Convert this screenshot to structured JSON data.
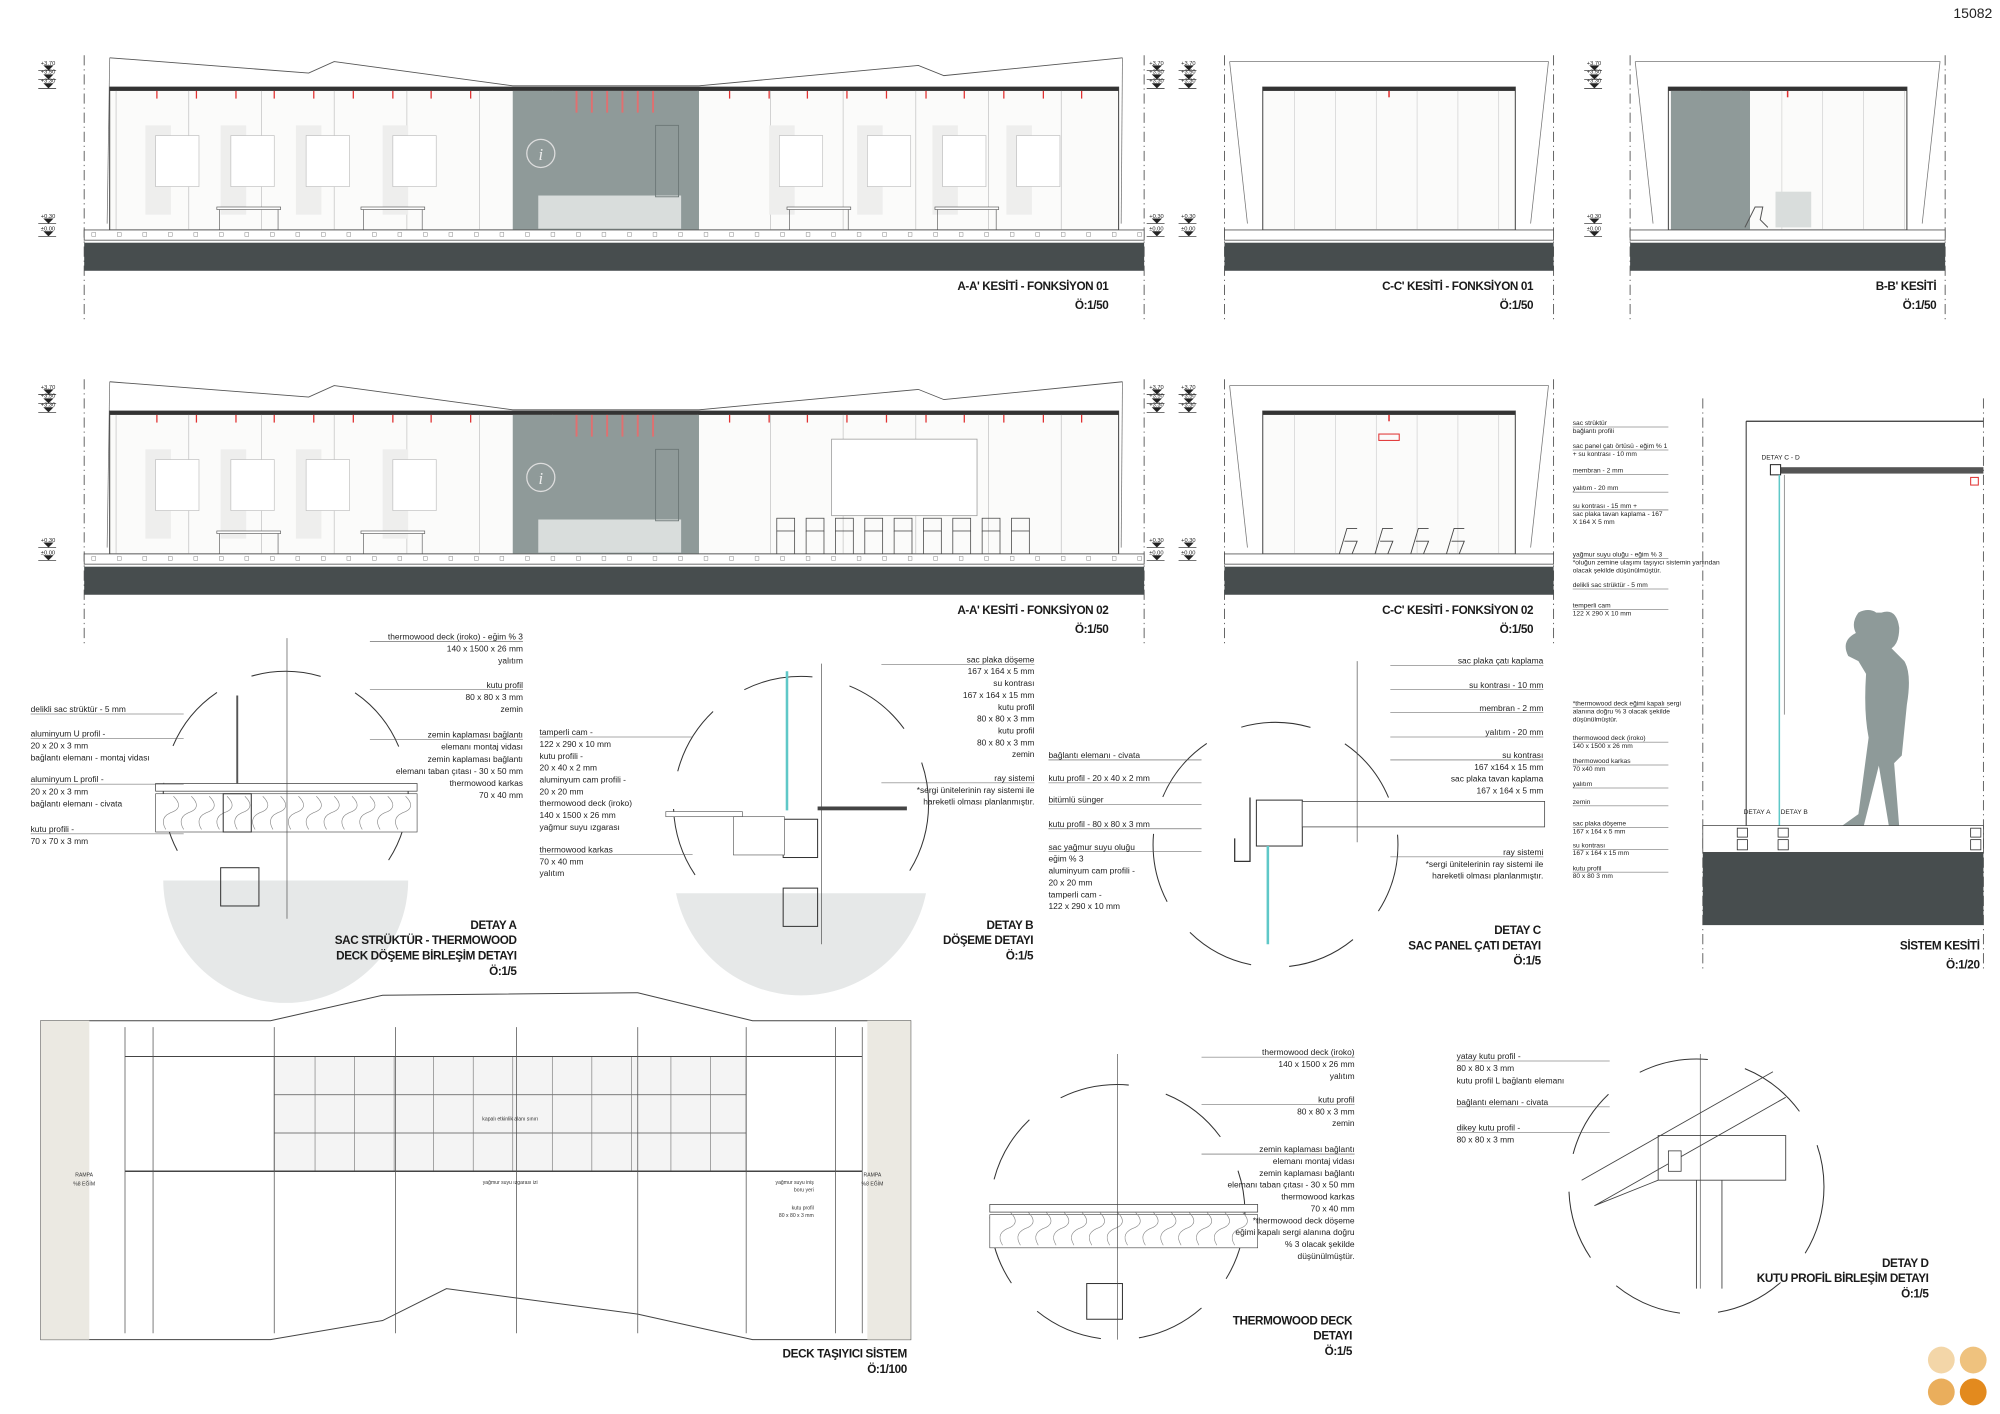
{
  "sheet": {
    "page_number": "15082"
  },
  "levels": {
    "top": [
      "+3.70",
      "+3.50",
      "+3.30"
    ],
    "bottom": [
      "+0.30",
      "±0.00"
    ]
  },
  "sections": {
    "aa1": {
      "title": "A-A' KESİTİ - FONKSİYON 01",
      "scale": "Ö:1/50"
    },
    "cc1": {
      "title": "C-C' KESİTİ - FONKSİYON 01",
      "scale": "Ö:1/50"
    },
    "bb": {
      "title": "B-B' KESİTİ",
      "scale": "Ö:1/50"
    },
    "aa2": {
      "title": "A-A' KESİTİ - FONKSİYON 02",
      "scale": "Ö:1/50"
    },
    "cc2": {
      "title": "C-C' KESİTİ - FONKSİYON 02",
      "scale": "Ö:1/50"
    },
    "sistem": {
      "title": "SİSTEM KESİTİ",
      "scale": "Ö:1/20"
    }
  },
  "details": {
    "a": {
      "title": [
        "DETAY A",
        "SAC STRÜKTÜR - THERMOWOOD",
        "DECK DÖŞEME BİRLEŞİM DETAYI"
      ],
      "scale": "Ö:1/5"
    },
    "b": {
      "title": [
        "DETAY B",
        "DÖŞEME DETAYI"
      ],
      "scale": "Ö:1/5"
    },
    "c": {
      "title": [
        "DETAY C",
        "SAC PANEL ÇATI DETAYI"
      ],
      "scale": "Ö:1/5"
    },
    "deck": {
      "title": [
        "DECK TAŞIYICI SİSTEM"
      ],
      "scale": "Ö:1/100"
    },
    "thermo": {
      "title": [
        "THERMOWOOD DECK",
        "DETAYI"
      ],
      "scale": "Ö:1/5"
    },
    "d": {
      "title": [
        "DETAY D",
        "KUTU PROFİL BİRLEŞİM DETAYI"
      ],
      "scale": "Ö:1/5"
    }
  },
  "annotations": {
    "a_left": [
      [
        "delikli sac strüktür - 5 mm"
      ],
      [
        "aluminyum U profil -",
        "20 x 20 x 3 mm",
        "bağlantı elemanı - montaj vidası"
      ],
      [
        "aluminyum L profil -",
        "20 x 20 x 3 mm",
        "bağlantı elemanı - civata"
      ],
      [
        "kutu profili -",
        "70 x 70 x 3 mm"
      ]
    ],
    "a_right": [
      [
        "thermowood deck (iroko) - eğim % 3",
        "140 x 1500 x 26 mm",
        "yalıtım"
      ],
      [
        "kutu profil",
        "80 x 80 x 3 mm",
        "zemin"
      ],
      [
        "zemin kaplaması bağlantı",
        "elemanı montaj vidası",
        "zemin kaplaması bağlantı",
        "elemanı taban çıtası - 30 x 50 mm",
        "thermowood karkas",
        "70 x 40 mm"
      ]
    ],
    "b_left": [
      [
        "tamperli cam -",
        "122 x 290 x 10 mm",
        "kutu profili -",
        "20 x 40 x 2 mm",
        "aluminyum cam profili -",
        "20 x 20 mm",
        "thermowood deck (iroko)",
        "140 x 1500 x 26 mm",
        "yağmur suyu ızgarası"
      ],
      [
        "thermowood karkas",
        "70 x 40 mm",
        "yalıtım"
      ]
    ],
    "b_right": [
      [
        "sac plaka döşeme",
        "167 x 164 x 5 mm",
        "su kontrası",
        "167 x 164 x 15 mm",
        "kutu profil",
        "80 x 80 x 3 mm",
        "kutu profil",
        "80 x 80 x 3 mm",
        "zemin"
      ],
      [
        "ray sistemi",
        "*sergi ünitelerinin ray sistemi ile",
        "hareketli olması planlanmıştır."
      ]
    ],
    "c_left": [
      [
        "bağlantı elemanı - civata"
      ],
      [
        "kutu profil - 20 x 40 x 2 mm"
      ],
      [
        "bitümlü sünger"
      ],
      [
        "kutu profil - 80 x 80 x 3 mm"
      ],
      [
        "sac yağmur suyu oluğu",
        "eğim % 3",
        "aluminyum cam profili -",
        "20 x 20 mm",
        "tamperli cam -",
        "122 x 290 x 10 mm"
      ]
    ],
    "c_right": [
      [
        "sac plaka çatı kaplama"
      ],
      [
        "su kontrası - 10 mm"
      ],
      [
        "membran - 2 mm"
      ],
      [
        "yalıtım - 20 mm"
      ],
      [
        "su kontrası",
        "167 x164 x 15 mm",
        "sac plaka tavan kaplama",
        "167 x 164 x 5 mm"
      ],
      [
        "ray sistemi",
        "*sergi ünitelerinin ray sistemi ile",
        "hareketli olması planlanmıştır."
      ]
    ],
    "sistem_left": [
      [
        "sac strüktür",
        "bağlantı profili"
      ],
      [
        "sac panel çatı örtüsü - eğim % 1",
        "+ su kontrası - 10 mm"
      ],
      [
        "membran - 2 mm"
      ],
      [
        "yalıtım - 20 mm"
      ],
      [
        "su kontrası - 15 mm +",
        "sac plaka tavan kaplama - 167",
        "X 164 X 5 mm"
      ],
      [
        "yağmur suyu oluğu - eğim % 3",
        "*oluğun zemine ulaşımı taşıyıcı sistemin yanından",
        "olacak şekilde düşünülmüştür."
      ],
      [
        "delikli sac strüktür - 5 mm"
      ],
      [
        "temperli cam",
        "122 X 290 X 10 mm"
      ],
      [
        "*thermowood deck eğimi kapalı sergi",
        "alanına doğru % 3 olacak şekilde",
        "düşünülmüştür."
      ],
      [
        "thermowood deck (iroko)",
        "140 x 1500 x 26 mm"
      ],
      [
        "thermowood karkas",
        "70 x40 mm"
      ],
      [
        "yalıtım"
      ],
      [
        "zemin"
      ],
      [
        "sac plaka döşeme",
        "167 x 164 x 5 mm"
      ],
      [
        "su kontrası",
        "167 x 164 x 15 mm"
      ],
      [
        "kutu profil",
        "80 x 80 3 mm"
      ]
    ],
    "sistem_tags": [
      "DETAY C - D",
      "DETAY A",
      "DETAY B"
    ],
    "thermo_right": [
      [
        "thermowood deck (iroko)",
        "140 x 1500 x 26 mm",
        "yalıtım"
      ],
      [
        "kutu profil",
        "80 x 80 x 3 mm",
        "zemin"
      ],
      [
        "zemin kaplaması bağlantı",
        "elemanı montaj vidası",
        "zemin kaplaması bağlantı",
        "elemanı taban çıtası - 30 x 50 mm",
        "thermowood karkas",
        "70 x 40 mm",
        "*thermowood deck döşeme",
        "eğimi kapalı sergi alanına doğru",
        "% 3 olacak şekilde",
        "düşünülmüştür."
      ]
    ],
    "d_left": [
      [
        "yatay kutu profil -",
        "80 x 80 x 3 mm",
        "kutu profil  L bağlantı elemanı"
      ],
      [
        "bağlantı elemanı - civata"
      ],
      [
        "dikey kutu profil -",
        "80 x 80 x 3 mm"
      ]
    ],
    "deck_plan": {
      "closed_area": "kapalı etkinlik alanı sınırı",
      "grate": "yağmur suyu ızgarası izi",
      "downpipe": [
        "yağmur suyu iniş",
        "boru yeri"
      ],
      "profile": [
        "kutu profil",
        "80 x 80 x 3 mm"
      ],
      "ramp": [
        "RAMPA",
        "%8 EĞİM"
      ]
    }
  },
  "colors": {
    "slab": "#474d4e",
    "panel": "#8f9a99",
    "glass": "#5fc8c8",
    "accent": "#e03030",
    "swatches": [
      "#f3d6a8",
      "#efc27e",
      "#eaae5c",
      "#e38a1e"
    ]
  }
}
